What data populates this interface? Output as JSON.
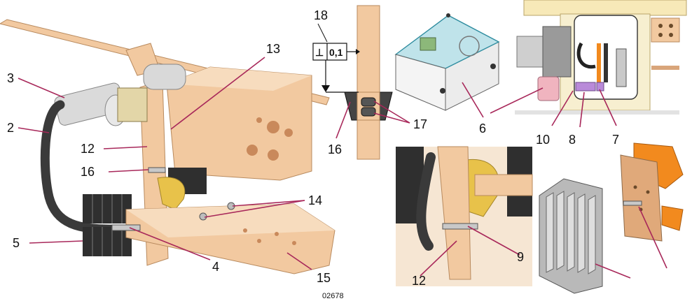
{
  "labels": {
    "l2": "2",
    "l3": "3",
    "l4": "4",
    "l5": "5",
    "l6": "6",
    "l7": "7",
    "l8": "8",
    "l9": "9",
    "l10": "10",
    "l12a": "12",
    "l12b": "12",
    "l13": "13",
    "l14": "14",
    "l15": "15",
    "l16a": "16",
    "l16b": "16",
    "l17": "17",
    "l18": "18"
  },
  "tolerance": {
    "symbol": "⊥",
    "value": "0,1"
  },
  "figure_code": "02678",
  "colors": {
    "wood": "#f2c9a0",
    "wood_dark": "#d9a57a",
    "metal": "#c8c8c8",
    "heatsink": "#2f2f2f",
    "leader": "#a8285a",
    "yellow": "#e8c24a",
    "orange": "#f28a1e"
  }
}
